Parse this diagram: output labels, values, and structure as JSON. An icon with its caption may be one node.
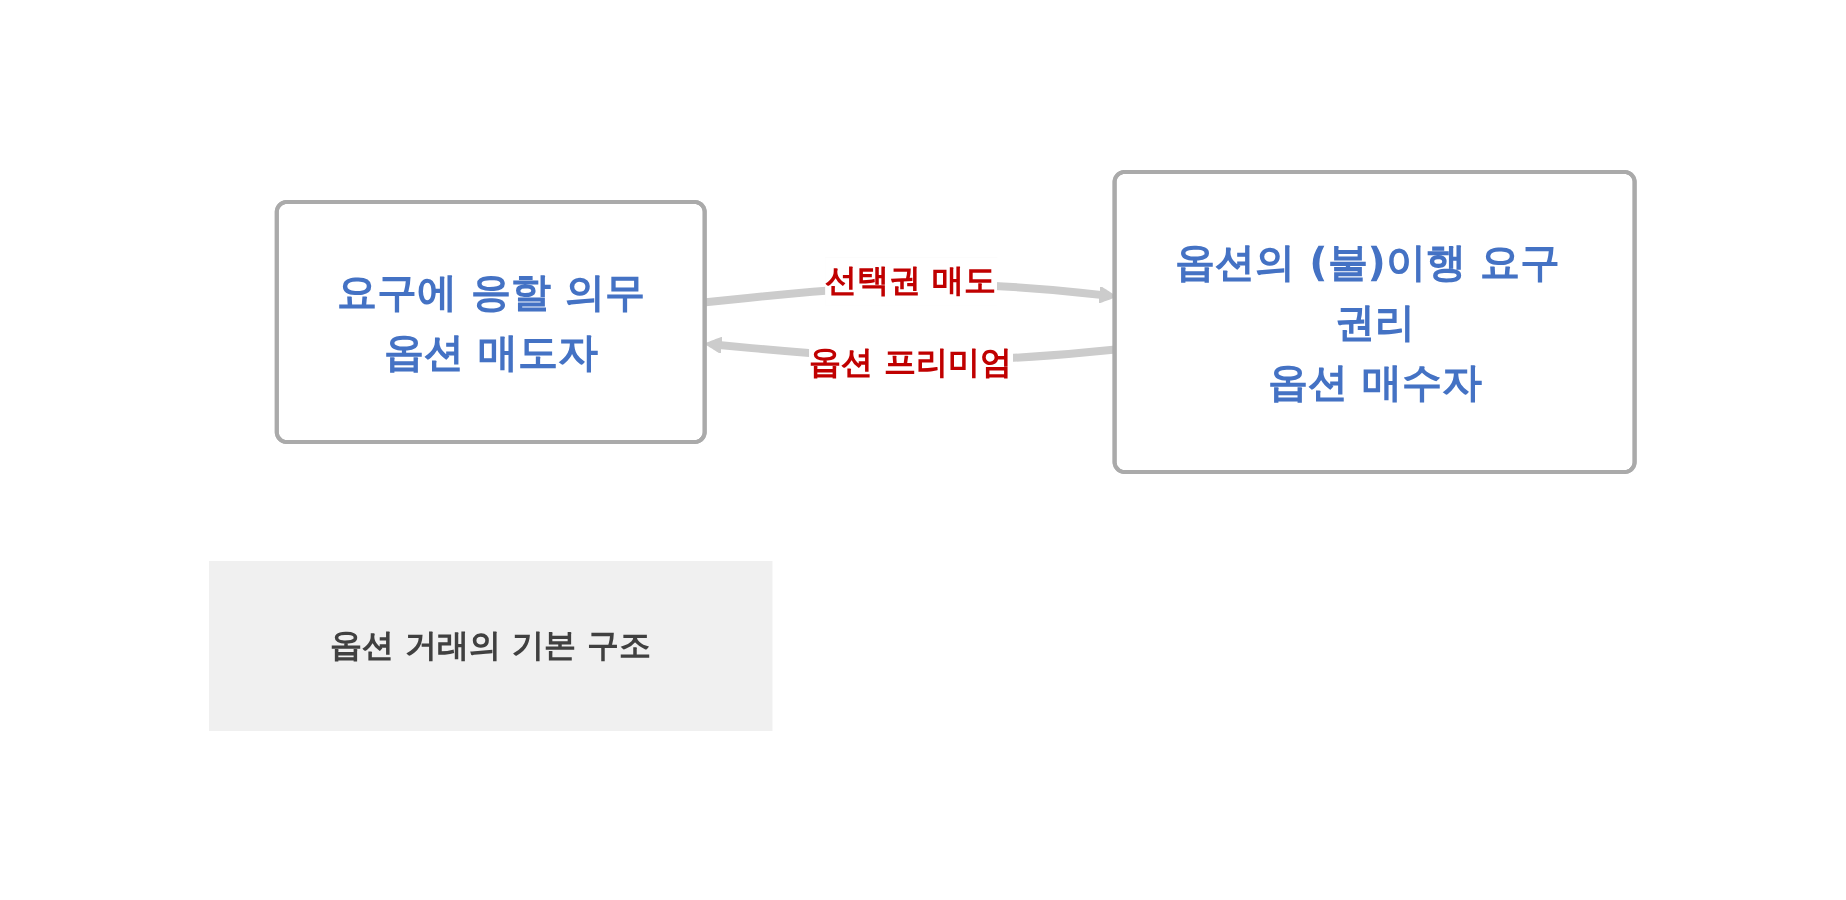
{
  "diagram": {
    "nodes": [
      {
        "text": [
          "요구에 응할 의무",
          "옵션 매도자"
        ]
      },
      {
        "text": [
          "옵션 거래의 기본 구조"
        ]
      },
      {
        "text": [
          "옵션의 (불)이행 요구 권리",
          "옵션 매수자"
        ]
      }
    ],
    "edges": [
      {
        "from": 0,
        "to": 2,
        "arrow": "to",
        "label": "선택권 매도"
      },
      {
        "from": 2,
        "to": 0,
        "arrow": "to",
        "label": "옵션 프리미엄"
      }
    ]
  }
}
